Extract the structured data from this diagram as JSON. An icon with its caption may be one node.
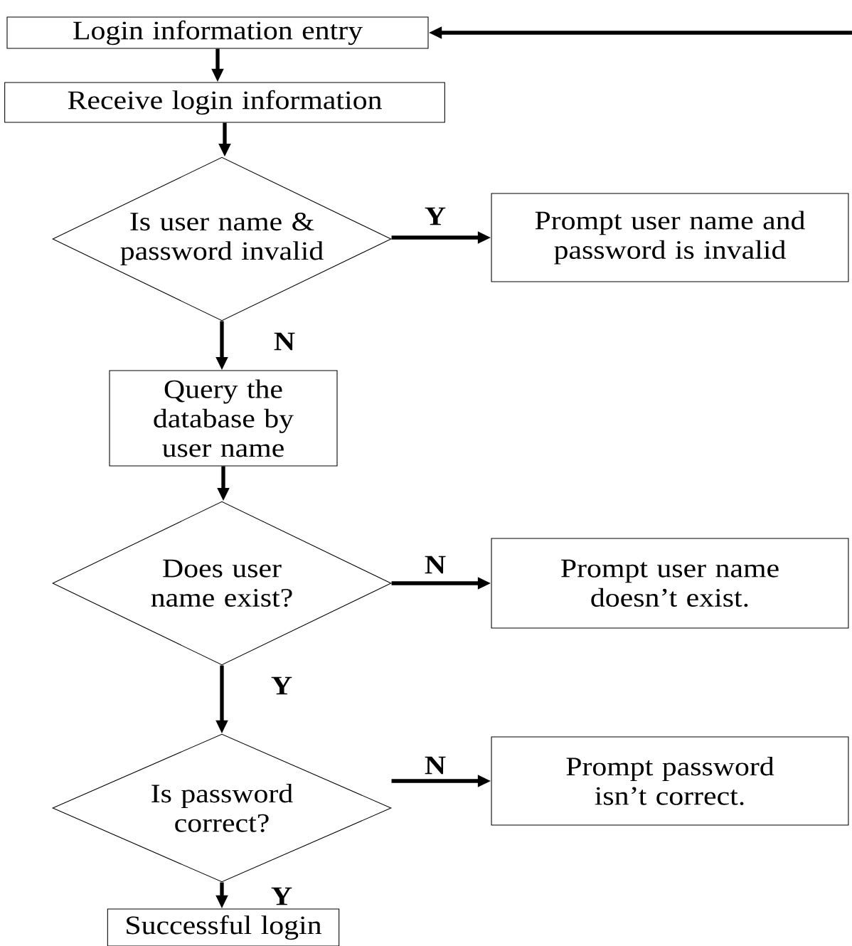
{
  "diagram": {
    "nodes": [
      {
        "text": [
          "Login information entry"
        ]
      },
      {
        "text": [
          "Receive login information"
        ]
      },
      {
        "text": [
          "Is user name & password invalid"
        ]
      },
      {
        "text": [
          "Prompt user name and password is invalid"
        ]
      },
      {
        "text": [
          "Query the database by user name"
        ]
      },
      {
        "text": [
          "Does user name exist?"
        ]
      },
      {
        "text": [
          "Prompt user name doesn’t exist."
        ]
      },
      {
        "text": [
          "Is password correct?"
        ]
      },
      {
        "text": [
          "Prompt password isn’t correct."
        ]
      },
      {
        "text": [
          "Successful login"
        ]
      }
    ],
    "edges": [
      {
        "from": null,
        "to": 0,
        "arrow": "to"
      },
      {
        "from": 0,
        "to": 1,
        "arrow": "to"
      },
      {
        "from": 1,
        "to": 2,
        "arrow": "to"
      },
      {
        "from": 2,
        "to": 3,
        "arrow": "to",
        "label": "Y"
      },
      {
        "from": 2,
        "to": 4,
        "arrow": "to",
        "label": "N"
      },
      {
        "from": 4,
        "to": 5,
        "arrow": "to"
      },
      {
        "from": 5,
        "to": 6,
        "arrow": "to",
        "label": "N"
      },
      {
        "from": 5,
        "to": 7,
        "arrow": "to",
        "label": "Y"
      },
      {
        "from": 7,
        "to": 8,
        "arrow": "to",
        "label": "N"
      },
      {
        "from": 7,
        "to": 9,
        "arrow": "to",
        "label": "Y"
      }
    ]
  }
}
